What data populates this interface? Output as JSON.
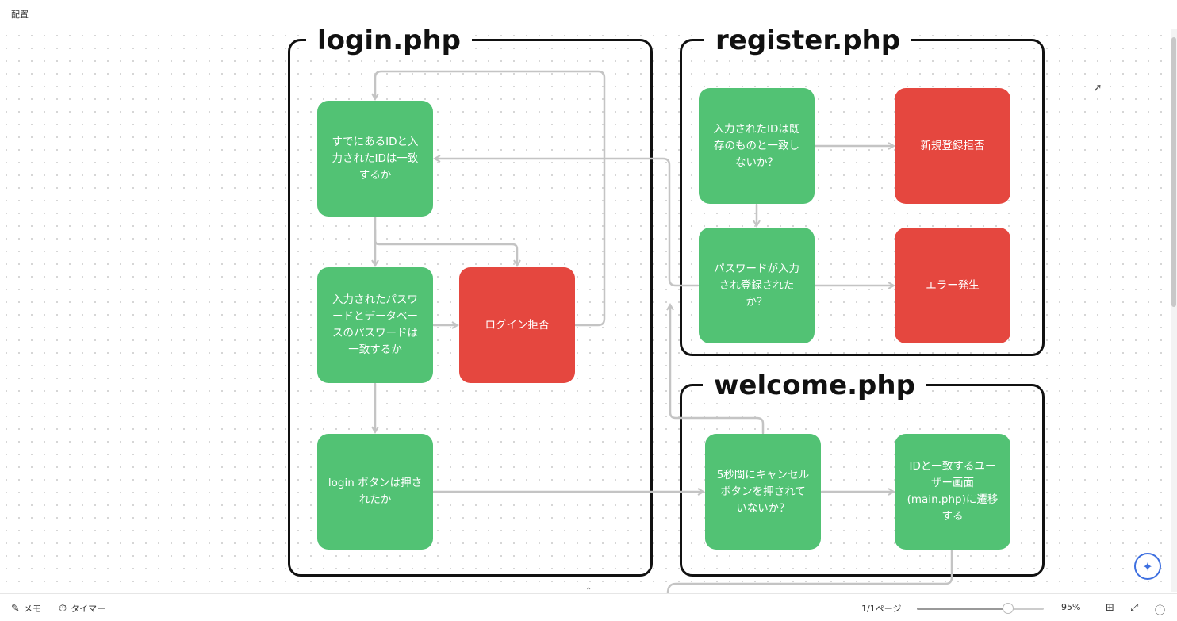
{
  "window": {
    "title": "配置"
  },
  "frames": {
    "login": "login.php",
    "register": "register.php",
    "welcome": "welcome.php"
  },
  "nodes": {
    "login_id_check": "すでにあるIDと入\n力されたIDは一致\nするか",
    "login_pw_check": "入力されたパスワ\nードとデータベー\nスのパスワードは\n一致するか",
    "login_reject": "ログイン拒否",
    "login_button": "login ボタンは押さ\nれたか",
    "reg_id_exists": "入力されたIDは既\n存のものと一致し\nないか？",
    "reg_reject": "新規登録拒否",
    "reg_pw_saved": "パスワードが入力\nされ登録された\nか？",
    "reg_error": "エラー発生",
    "welcome_cancel": "5秒間にキャンセル\nボタンを押されて\nいないか？",
    "welcome_redirect": "IDと一致するユー\nザー画面\n(main.php)に遷移\nする"
  },
  "colors": {
    "decision": "#52c274",
    "reject": "#e5473f",
    "frame_border": "#111111",
    "connector": "#c4c4c4"
  },
  "bottombar": {
    "memo_icon": "memo-icon",
    "memo_label": "メモ",
    "timer_icon": "timer-icon",
    "timer_label": "タイマー",
    "page_indicator": "1/1ページ",
    "zoom_level": "95%",
    "zoom_fraction": 0.72
  }
}
